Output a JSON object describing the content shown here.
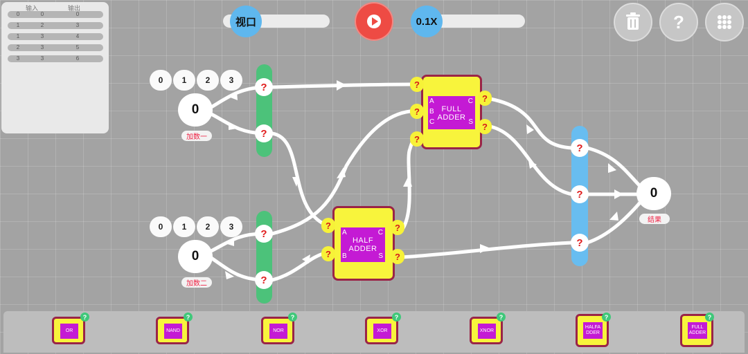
{
  "truth_table": {
    "headers": [
      "输入",
      "输出"
    ],
    "rows": [
      [
        "0",
        "0",
        "0"
      ],
      [
        "1",
        "2",
        "3"
      ],
      [
        "1",
        "3",
        "4"
      ],
      [
        "2",
        "3",
        "5"
      ],
      [
        "3",
        "3",
        "6"
      ]
    ]
  },
  "toolbar": {
    "viewport_label": "视口",
    "speed_label": "0.1X",
    "help_label": "?"
  },
  "inputs": {
    "addend1": {
      "options": [
        "0",
        "1",
        "2",
        "3"
      ],
      "value": "0",
      "label": "加数一"
    },
    "addend2": {
      "options": [
        "0",
        "1",
        "2",
        "3"
      ],
      "value": "0",
      "label": "加数二"
    }
  },
  "output": {
    "value": "0",
    "label": "结果"
  },
  "unknown": "?",
  "full_adder": {
    "title_line1": "FULL",
    "title_line2": "ADDER",
    "pins": [
      "A",
      "B",
      "C",
      "C",
      "S"
    ]
  },
  "half_adder": {
    "title_line1": "HALF",
    "title_line2": "ADDER",
    "pins": [
      "A",
      "B",
      "C",
      "S"
    ]
  },
  "palette": [
    {
      "label": "OR",
      "badge": "?"
    },
    {
      "label": "NAND",
      "badge": "?"
    },
    {
      "label": "NOR",
      "badge": "?"
    },
    {
      "label": "XOR",
      "badge": "?"
    },
    {
      "label": "XNOR",
      "badge": "?"
    },
    {
      "label": "HALFA DDER",
      "badge": "?"
    },
    {
      "label": "FULL ADDER",
      "badge": "?"
    }
  ],
  "colors": {
    "bar_green": "#4cc27a",
    "bar_blue": "#68bdf0",
    "chip_yellow": "#f8f43c",
    "chip_magenta": "#c41ad4",
    "play_red": "#ee4b44"
  }
}
